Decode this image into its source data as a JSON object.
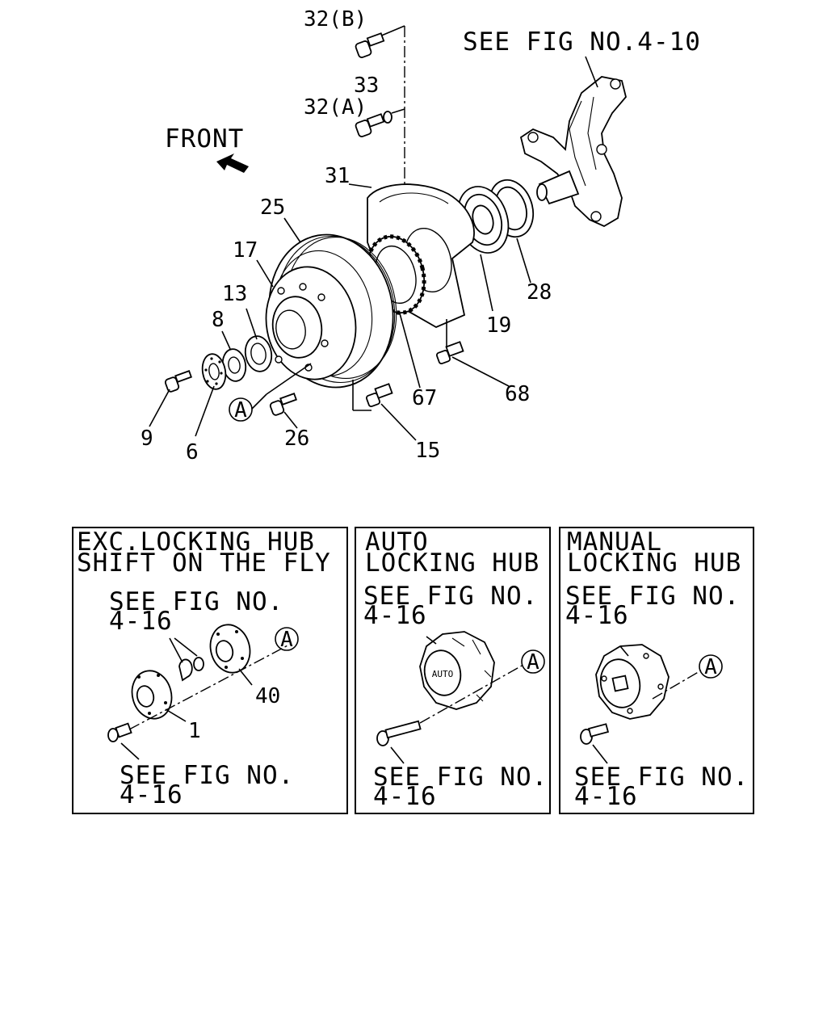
{
  "main_diagram": {
    "orientation_label": "FRONT",
    "reference_note": "SEE FIG NO.4-10",
    "callouts": {
      "c32b": "32(B)",
      "c33": "33",
      "c32a": "32(A)",
      "c31": "31",
      "c25": "25",
      "c17": "17",
      "c13": "13",
      "c8": "8",
      "c9": "9",
      "c6": "6",
      "c26": "26",
      "c15": "15",
      "c67": "67",
      "c68": "68",
      "c19": "19",
      "c28": "28",
      "ref_a": "A"
    }
  },
  "panels": [
    {
      "title_line1": "EXC.LOCKING HUB",
      "title_line2": "SHIFT ON THE FLY",
      "ref_top_line1": "SEE FIG NO.",
      "ref_top_line2": "4-16",
      "callout_40": "40",
      "callout_1": "1",
      "ref_a": "A",
      "ref_bottom_line1": "SEE FIG NO.",
      "ref_bottom_line2": "4-16"
    },
    {
      "title_line1": "AUTO",
      "title_line2": "LOCKING HUB",
      "ref_top_line1": "SEE FIG NO.",
      "ref_top_line2": "4-16",
      "hub_marking": "AUTO",
      "ref_a": "A",
      "ref_bottom_line1": "SEE FIG NO.",
      "ref_bottom_line2": "4-16"
    },
    {
      "title_line1": "MANUAL",
      "title_line2": "LOCKING HUB",
      "ref_top_line1": "SEE FIG NO.",
      "ref_top_line2": "4-16",
      "ref_a": "A",
      "ref_bottom_line1": "SEE FIG NO.",
      "ref_bottom_line2": "4-16"
    }
  ]
}
